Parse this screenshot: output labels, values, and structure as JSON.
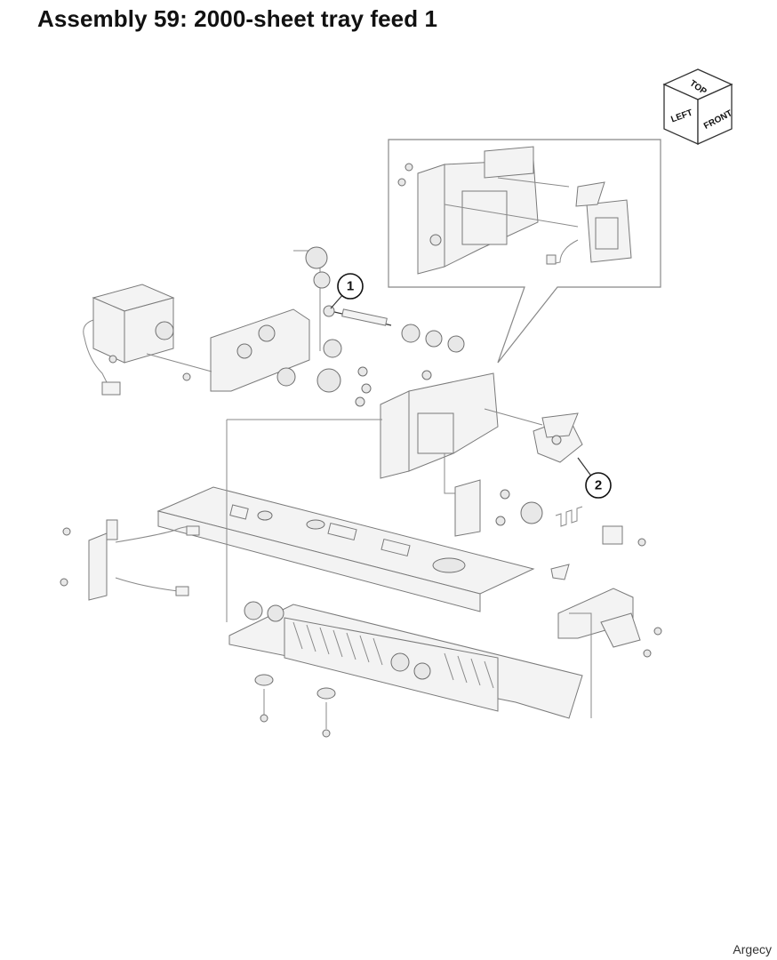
{
  "header": {
    "title": "Assembly 59: 2000-sheet tray feed 1"
  },
  "orientation_cube": {
    "top": "TOP",
    "left": "LEFT",
    "front": "FRONT"
  },
  "callouts": [
    {
      "number": "1"
    },
    {
      "number": "2"
    }
  ],
  "footer": {
    "watermark": "Argecy"
  }
}
